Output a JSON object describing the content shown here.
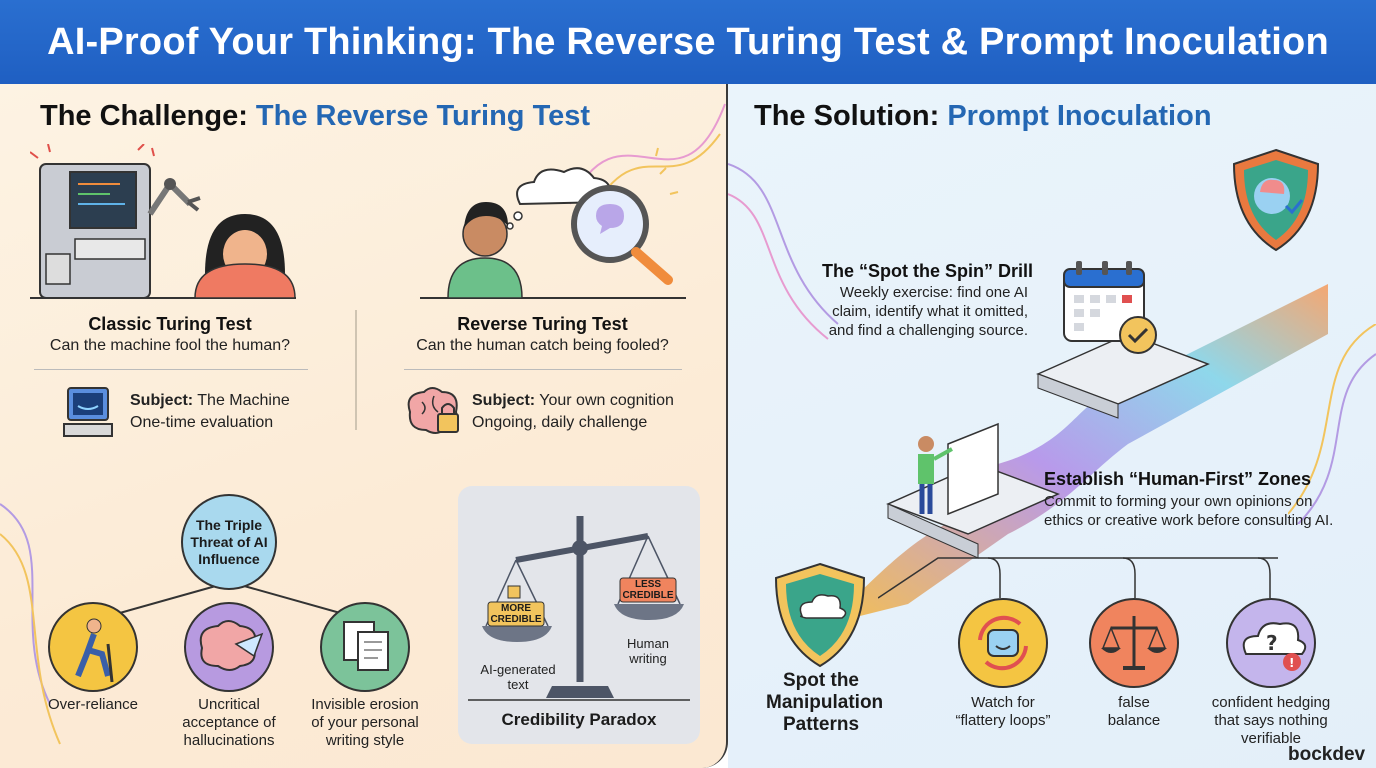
{
  "header": {
    "title": "AI-Proof Your Thinking: The Reverse Turing Test & Prompt Inoculation"
  },
  "left": {
    "title_prefix": "The Challenge: ",
    "title_accent": "The Reverse Turing Test",
    "classic": {
      "title": "Classic Turing Test",
      "subtitle": "Can the machine fool the human?",
      "subject_label": "Subject:",
      "subject_value": "The Machine",
      "detail": "One-time evaluation"
    },
    "reverse": {
      "title": "Reverse Turing Test",
      "subtitle": "Can the human catch being fooled?",
      "subject_label": "Subject:",
      "subject_value": "Your own cognition",
      "detail": "Ongoing, daily challenge"
    },
    "triple": {
      "center": [
        "The Triple",
        "Threat of AI",
        "Influence"
      ],
      "items": [
        {
          "label": [
            "Over-reliance"
          ],
          "color": "#f4c542"
        },
        {
          "label": [
            "Uncritical",
            "acceptance of",
            "hallucinations"
          ],
          "color": "#b79ae0"
        },
        {
          "label": [
            "Invisible erosion",
            "of your personal",
            "writing style"
          ],
          "color": "#7cc39a"
        }
      ]
    },
    "paradox": {
      "more": [
        "MORE",
        "CREDIBLE"
      ],
      "less": [
        "LESS",
        "CREDIBLE"
      ],
      "ai_text": [
        "AI-generated",
        "text"
      ],
      "human_text": [
        "Human",
        "writing"
      ],
      "caption": "Credibility Paradox"
    }
  },
  "right": {
    "title_prefix": "The Solution: ",
    "title_accent": "Prompt Inoculation",
    "drill": {
      "title": "The “Spot the Spin” Drill",
      "lines": [
        "Weekly exercise: find one AI",
        "claim, identify what it omitted,",
        "and find a challenging source."
      ]
    },
    "zones": {
      "title": "Establish “Human-First” Zones",
      "lines": [
        "Commit to forming your own opinions on",
        "ethics or creative work before consulting AI."
      ]
    },
    "patterns": {
      "title": [
        "Spot the",
        "Manipulation",
        "Patterns"
      ],
      "items": [
        {
          "label": [
            "Watch for",
            "“flattery loops”"
          ],
          "color": "#f4c542"
        },
        {
          "label": [
            "false",
            "balance"
          ],
          "color": "#f0845e"
        },
        {
          "label": [
            "confident hedging",
            "that says nothing",
            "verifiable"
          ],
          "color": "#c4b5ec"
        }
      ]
    },
    "brand": "bockdev"
  },
  "colors": {
    "header": "#1f5fc2",
    "accent": "#2467b3",
    "left_bg": "#fcebd6",
    "right_bg": "#e6f1fa"
  }
}
